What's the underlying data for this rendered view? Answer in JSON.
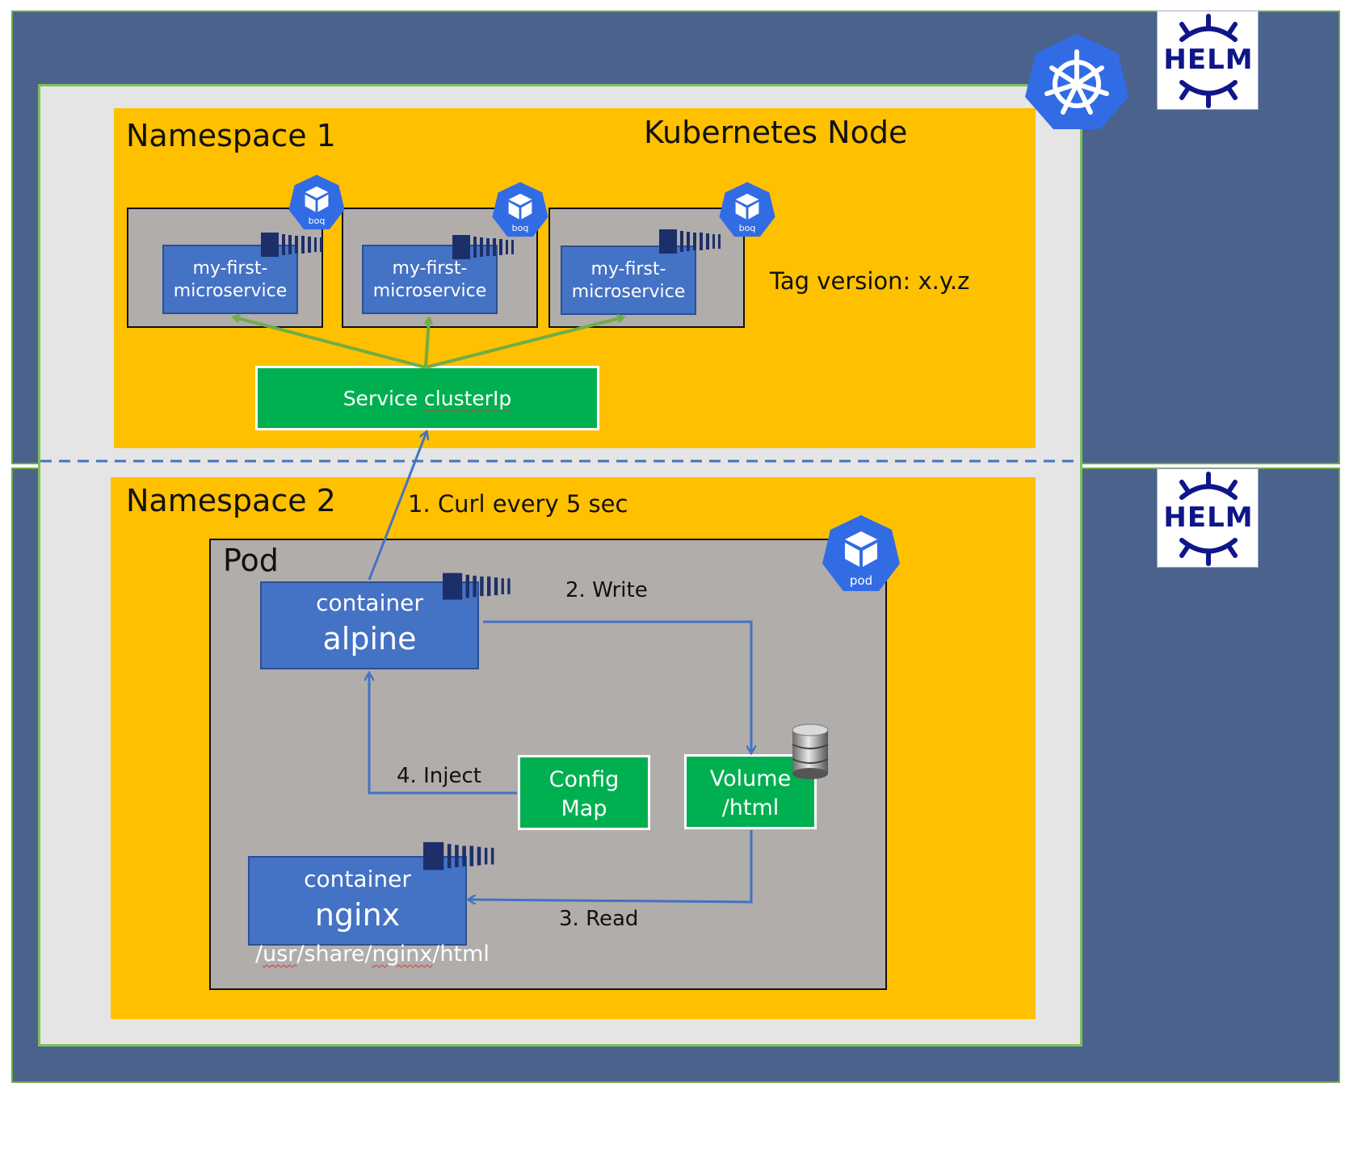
{
  "namespace1": {
    "title": "Namespace 1",
    "node_label": "Kubernetes Node",
    "tag_version": "Tag version: x.y.z",
    "pods": [
      {
        "line1": "my-first-",
        "line2": "microservice",
        "badge": "boq"
      },
      {
        "line1": "my-first-",
        "line2": "microservice",
        "badge": "boq"
      },
      {
        "line1": "my-first-",
        "line2": "microservice",
        "badge": "boq"
      }
    ],
    "service": {
      "prefix": "Service ",
      "name": "clusterIp"
    }
  },
  "namespace2": {
    "title": "Namespace 2",
    "pod_label": "Pod",
    "pod_badge": "pod",
    "curl_label": "1. Curl every 5 sec",
    "write_label": "2. Write",
    "read_label": "3. Read",
    "inject_label": "4. Inject",
    "alpine": {
      "line1": "container",
      "line2": "alpine"
    },
    "nginx": {
      "line1": "container",
      "line2": "nginx"
    },
    "nginx_path": {
      "p1": "/",
      "p2": "usr",
      "p3": "/share/",
      "p4": "nginx",
      "p5": "/html"
    },
    "configmap": {
      "line1": "Config",
      "line2": "Map"
    },
    "volume": {
      "line1": "Volume",
      "line2": "/html"
    }
  },
  "helm": {
    "logo_text": "HELM"
  },
  "colors": {
    "helm_band": "#4a628c",
    "namespace": "#ffc000",
    "pod": "#b0adab",
    "container": "#4472c4",
    "green_box": "#00b050",
    "kubernetes": "#326ce5"
  }
}
